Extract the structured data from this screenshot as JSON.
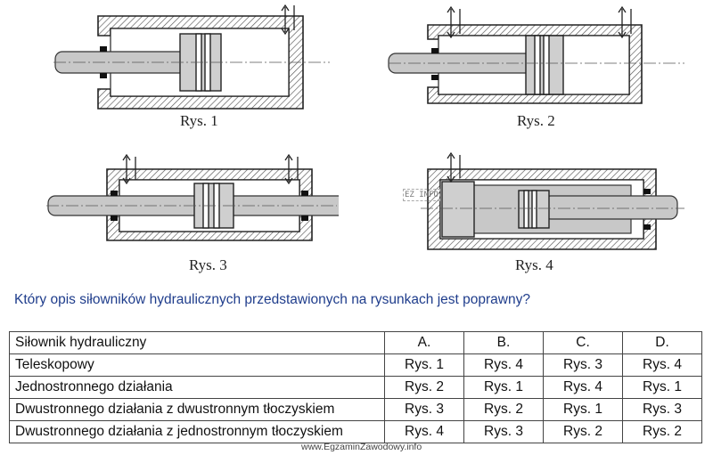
{
  "figures": [
    {
      "caption": "Rys. 1"
    },
    {
      "caption": "Rys. 2"
    },
    {
      "caption": "Rys. 3"
    },
    {
      "caption": "Rys. 4"
    }
  ],
  "question": "Który opis siłowników hydraulicznych przedstawionych na rysunkach jest poprawny?",
  "table": {
    "header": [
      "Siłownik hydrauliczny",
      "A.",
      "B.",
      "C.",
      "D."
    ],
    "rows": [
      [
        "Teleskopowy",
        "Rys. 1",
        "Rys. 4",
        "Rys. 3",
        "Rys. 4"
      ],
      [
        "Jednostronnego działania",
        "Rys. 2",
        "Rys. 1",
        "Rys. 4",
        "Rys. 1"
      ],
      [
        "Dwustronnego działania z dwustronnym tłoczyskiem",
        "Rys. 3",
        "Rys. 2",
        "Rys. 1",
        "Rys. 3"
      ],
      [
        "Dwustronnego działania z jednostronnym tłoczyskiem",
        "Rys. 4",
        "Rys. 3",
        "Rys. 2",
        "Rys. 2"
      ]
    ]
  },
  "watermark": "EZ INFO",
  "footer": "www.EgzaminZawodowy.info"
}
